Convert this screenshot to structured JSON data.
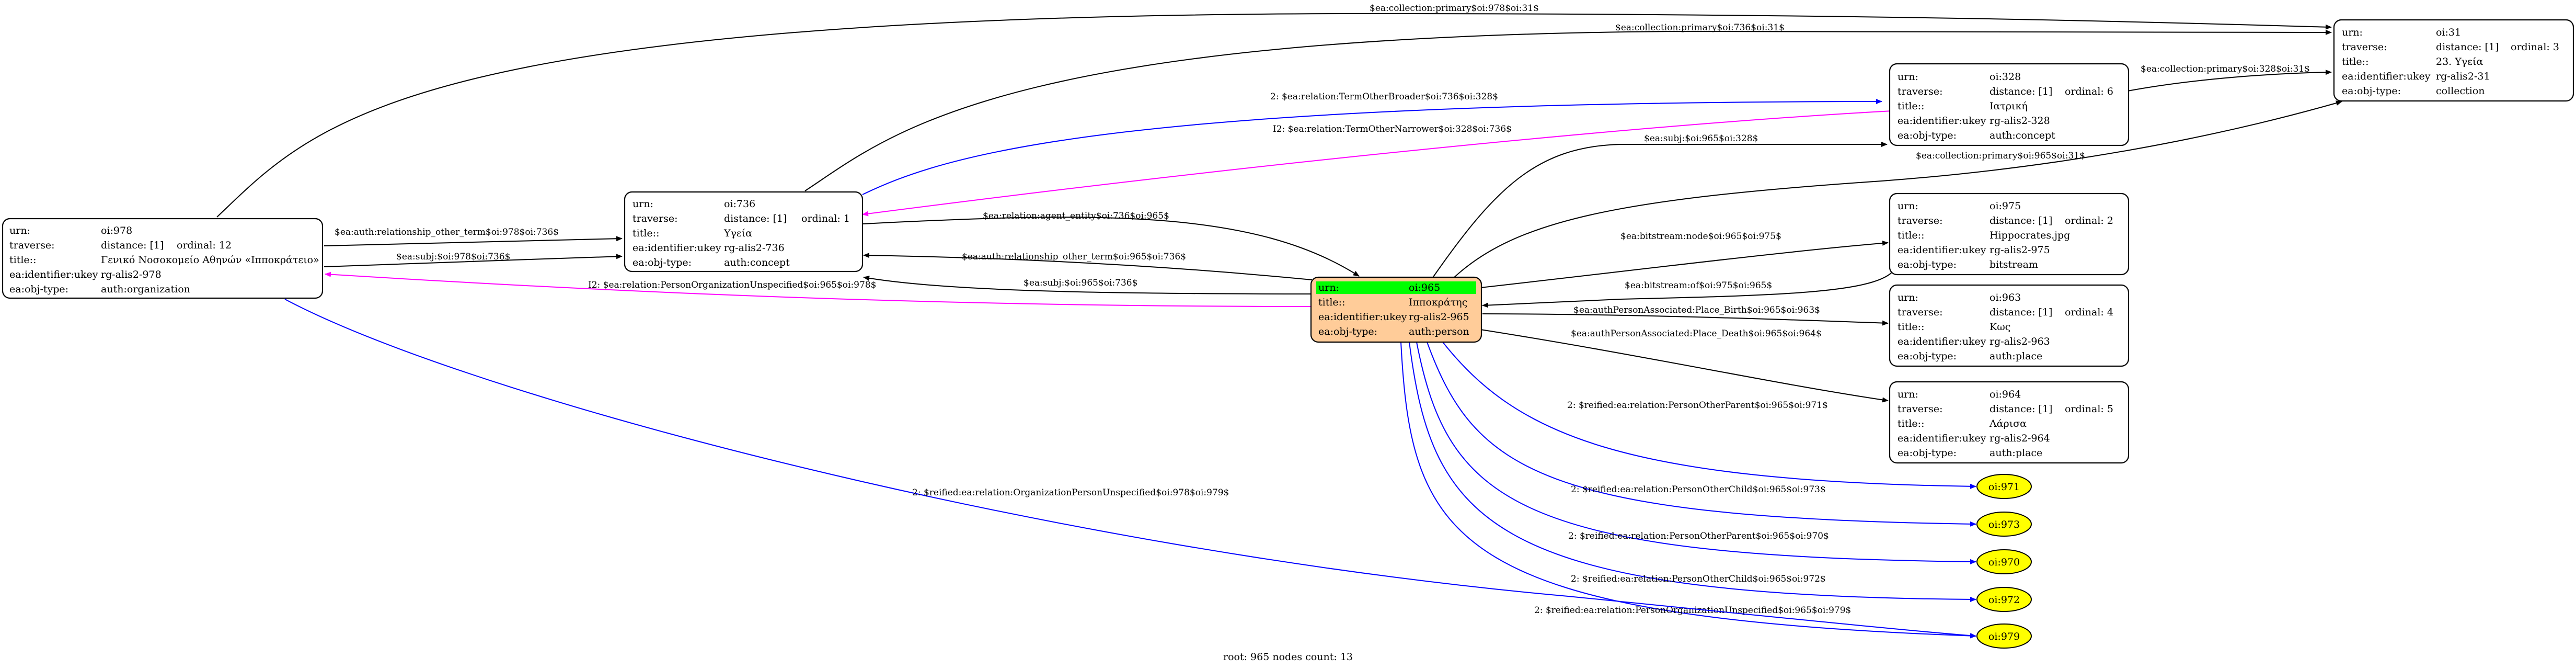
{
  "nodes": [
    {
      "id": "n978",
      "rows": [
        [
          "urn:",
          "oi:978",
          ""
        ],
        [
          "traverse:",
          "distance: [1]",
          "ordinal: 12"
        ],
        [
          "title::",
          "Γενικό Νοσοκομείο Αθηνών «Ιπποκράτειο»",
          ""
        ],
        [
          "ea:identifier:ukey",
          "rg-alis2-978",
          ""
        ],
        [
          "ea:obj-type:",
          "auth:organization",
          ""
        ]
      ]
    },
    {
      "id": "n736",
      "rows": [
        [
          "urn:",
          "oi:736",
          ""
        ],
        [
          "traverse:",
          "distance: [1]",
          "ordinal: 1"
        ],
        [
          "title::",
          "Υγεία",
          ""
        ],
        [
          "ea:identifier:ukey",
          "rg-alis2-736",
          ""
        ],
        [
          "ea:obj-type:",
          "auth:concept",
          ""
        ]
      ]
    },
    {
      "id": "n965",
      "rows": [
        [
          "urn:",
          "oi:965",
          ""
        ],
        [
          "title::",
          "Ιπποκράτης",
          ""
        ],
        [
          "ea:identifier:ukey",
          "rg-alis2-965",
          ""
        ],
        [
          "ea:obj-type:",
          "auth:person",
          ""
        ]
      ],
      "fill": "#ffcc99",
      "highlight": "#00ff00"
    },
    {
      "id": "n328",
      "rows": [
        [
          "urn:",
          "oi:328",
          ""
        ],
        [
          "traverse:",
          "distance: [1]",
          "ordinal: 6"
        ],
        [
          "title::",
          "Ιατρική",
          ""
        ],
        [
          "ea:identifier:ukey",
          "rg-alis2-328",
          ""
        ],
        [
          "ea:obj-type:",
          "auth:concept",
          ""
        ]
      ]
    },
    {
      "id": "n31",
      "rows": [
        [
          "urn:",
          "oi:31",
          ""
        ],
        [
          "traverse:",
          "distance: [1]",
          "ordinal: 3"
        ],
        [
          "title::",
          "23. Υγεία",
          ""
        ],
        [
          "ea:identifier:ukey",
          "rg-alis2-31",
          ""
        ],
        [
          "ea:obj-type:",
          "collection",
          ""
        ]
      ]
    },
    {
      "id": "n975",
      "rows": [
        [
          "urn:",
          "oi:975",
          ""
        ],
        [
          "traverse:",
          "distance: [1]",
          "ordinal: 2"
        ],
        [
          "title::",
          "Hippocrates.jpg",
          ""
        ],
        [
          "ea:identifier:ukey",
          "rg-alis2-975",
          ""
        ],
        [
          "ea:obj-type:",
          "bitstream",
          ""
        ]
      ]
    },
    {
      "id": "n963",
      "rows": [
        [
          "urn:",
          "oi:963",
          ""
        ],
        [
          "traverse:",
          "distance: [1]",
          "ordinal: 4"
        ],
        [
          "title::",
          "Κως",
          ""
        ],
        [
          "ea:identifier:ukey",
          "rg-alis2-963",
          ""
        ],
        [
          "ea:obj-type:",
          "auth:place",
          ""
        ]
      ]
    },
    {
      "id": "n964",
      "rows": [
        [
          "urn:",
          "oi:964",
          ""
        ],
        [
          "traverse:",
          "distance: [1]",
          "ordinal: 5"
        ],
        [
          "title::",
          "Λάρισα",
          ""
        ],
        [
          "ea:identifier:ukey",
          "rg-alis2-964",
          ""
        ],
        [
          "ea:obj-type:",
          "auth:place",
          ""
        ]
      ]
    }
  ],
  "ellipses": [
    {
      "id": "e971",
      "label": "oi:971"
    },
    {
      "id": "e973",
      "label": "oi:973"
    },
    {
      "id": "e970",
      "label": "oi:970"
    },
    {
      "id": "e972",
      "label": "oi:972"
    },
    {
      "id": "e979",
      "label": "oi:979"
    }
  ],
  "edges": [
    {
      "id": "ed1",
      "label": "$ea:collection:primary$oi:978$oi:31$",
      "color": "#000000"
    },
    {
      "id": "ed2",
      "label": "$ea:collection:primary$oi:736$oi:31$",
      "color": "#000000"
    },
    {
      "id": "ed3",
      "label": "2: $ea:relation:TermOtherBroader$oi:736$oi:328$",
      "color": "#0000ff"
    },
    {
      "id": "ed4",
      "label": "I2: $ea:relation:TermOtherNarrower$oi:328$oi:736$",
      "color": "#ff00ff"
    },
    {
      "id": "ed5",
      "label": "$ea:collection:primary$oi:328$oi:31$",
      "color": "#000000"
    },
    {
      "id": "ed6",
      "label": "$ea:subj:$oi:965$oi:328$",
      "color": "#000000"
    },
    {
      "id": "ed7",
      "label": "$ea:collection:primary$oi:965$oi:31$",
      "color": "#000000"
    },
    {
      "id": "ed8",
      "label": "$ea:auth:relationship_other_term$oi:978$oi:736$",
      "color": "#000000"
    },
    {
      "id": "ed9",
      "label": "$ea:subj:$oi:978$oi:736$",
      "color": "#000000"
    },
    {
      "id": "ed10",
      "label": "$ea:relation:agent_entity$oi:736$oi:965$",
      "color": "#000000"
    },
    {
      "id": "ed11",
      "label": "$ea:auth:relationship_other_term$oi:965$oi:736$",
      "color": "#000000"
    },
    {
      "id": "ed12",
      "label": "$ea:subj:$oi:965$oi:736$",
      "color": "#000000"
    },
    {
      "id": "ed13",
      "label": "I2: $ea:relation:PersonOrganizationUnspecified$oi:965$oi:978$",
      "color": "#ff00ff"
    },
    {
      "id": "ed14",
      "label": "$ea:bitstream:node$oi:965$oi:975$",
      "color": "#000000"
    },
    {
      "id": "ed15",
      "label": "$ea:bitstream:of$oi:975$oi:965$",
      "color": "#000000"
    },
    {
      "id": "ed16",
      "label": "$ea:authPersonAssociated:Place_Birth$oi:965$oi:963$",
      "color": "#000000"
    },
    {
      "id": "ed17",
      "label": "$ea:authPersonAssociated:Place_Death$oi:965$oi:964$",
      "color": "#000000"
    },
    {
      "id": "ed18",
      "label": "2: $reified:ea:relation:PersonOtherParent$oi:965$oi:971$",
      "color": "#0000ff"
    },
    {
      "id": "ed19",
      "label": "2: $reified:ea:relation:PersonOtherChild$oi:965$oi:973$",
      "color": "#0000ff"
    },
    {
      "id": "ed20",
      "label": "2: $reified:ea:relation:PersonOtherParent$oi:965$oi:970$",
      "color": "#0000ff"
    },
    {
      "id": "ed21",
      "label": "2: $reified:ea:relation:PersonOtherChild$oi:965$oi:972$",
      "color": "#0000ff"
    },
    {
      "id": "ed22",
      "label": "2: $reified:ea:relation:PersonOrganizationUnspecified$oi:965$oi:979$",
      "color": "#0000ff"
    },
    {
      "id": "ed23",
      "label": "2: $reified:ea:relation:OrganizationPersonUnspecified$oi:978$oi:979$",
      "color": "#0000ff"
    }
  ],
  "footer": "root: 965 nodes count: 13",
  "colors": {
    "center_fill": "#ffcc99",
    "highlight": "#00ff00",
    "ellipse_fill": "#ffff00",
    "blue_edge": "#0000ff",
    "magenta_edge": "#ff00ff"
  }
}
